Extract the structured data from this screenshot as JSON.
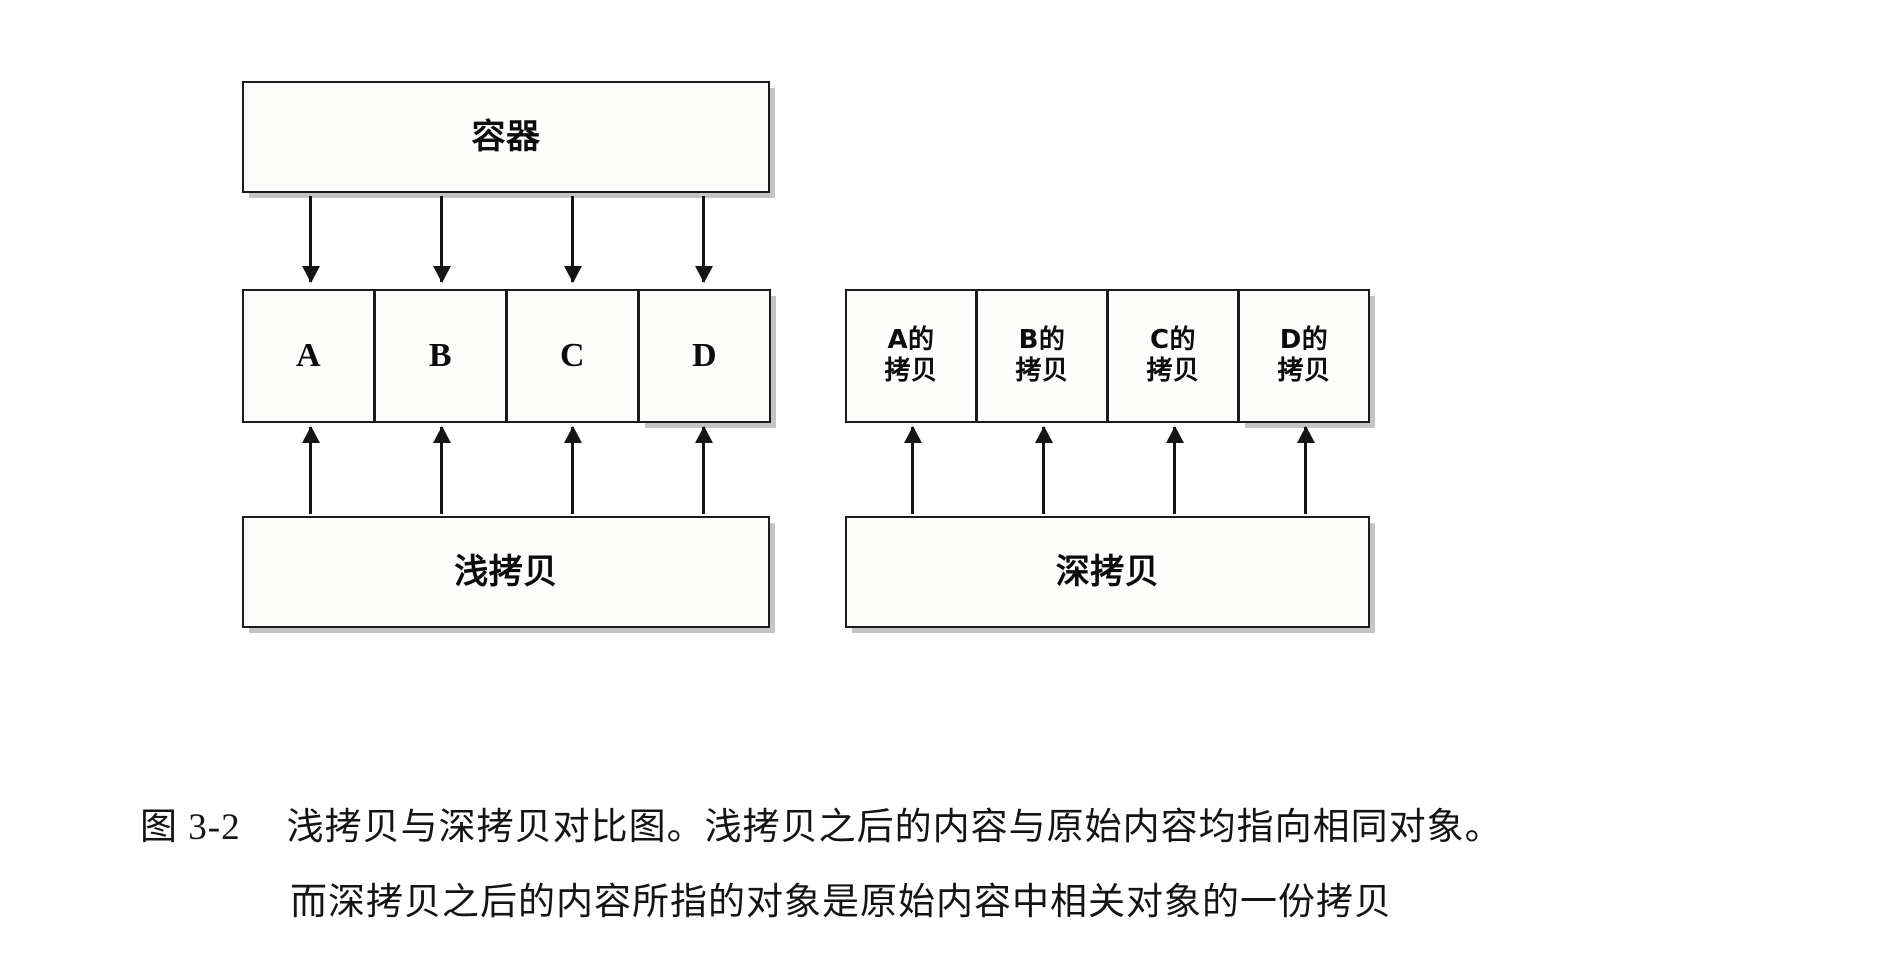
{
  "figure": {
    "id": "图 3-2",
    "caption_line_1": "浅拷贝与深拷贝对比图。浅拷贝之后的内容与原始内容均指向相同对象。",
    "caption_line_2": "而深拷贝之后的内容所指的对象是原始内容中相关对象的一份拷贝"
  },
  "left_diagram": {
    "top_box_label": "容器",
    "elements": [
      {
        "label": "A"
      },
      {
        "label": "B"
      },
      {
        "label": "C"
      },
      {
        "label": "D"
      }
    ],
    "bottom_box_label": "浅拷贝",
    "arrows_down_count": 4,
    "arrows_up_count": 4
  },
  "right_diagram": {
    "elements": [
      {
        "line1": "A的",
        "line2": "拷贝"
      },
      {
        "line1": "B的",
        "line2": "拷贝"
      },
      {
        "line1": "C的",
        "line2": "拷贝"
      },
      {
        "line1": "D的",
        "line2": "拷贝"
      }
    ],
    "bottom_box_label": "深拷贝",
    "arrows_up_count": 4
  },
  "colors": {
    "ink": "#151515",
    "paper": "#ffffff",
    "box_fill": "#fdfdfc"
  }
}
